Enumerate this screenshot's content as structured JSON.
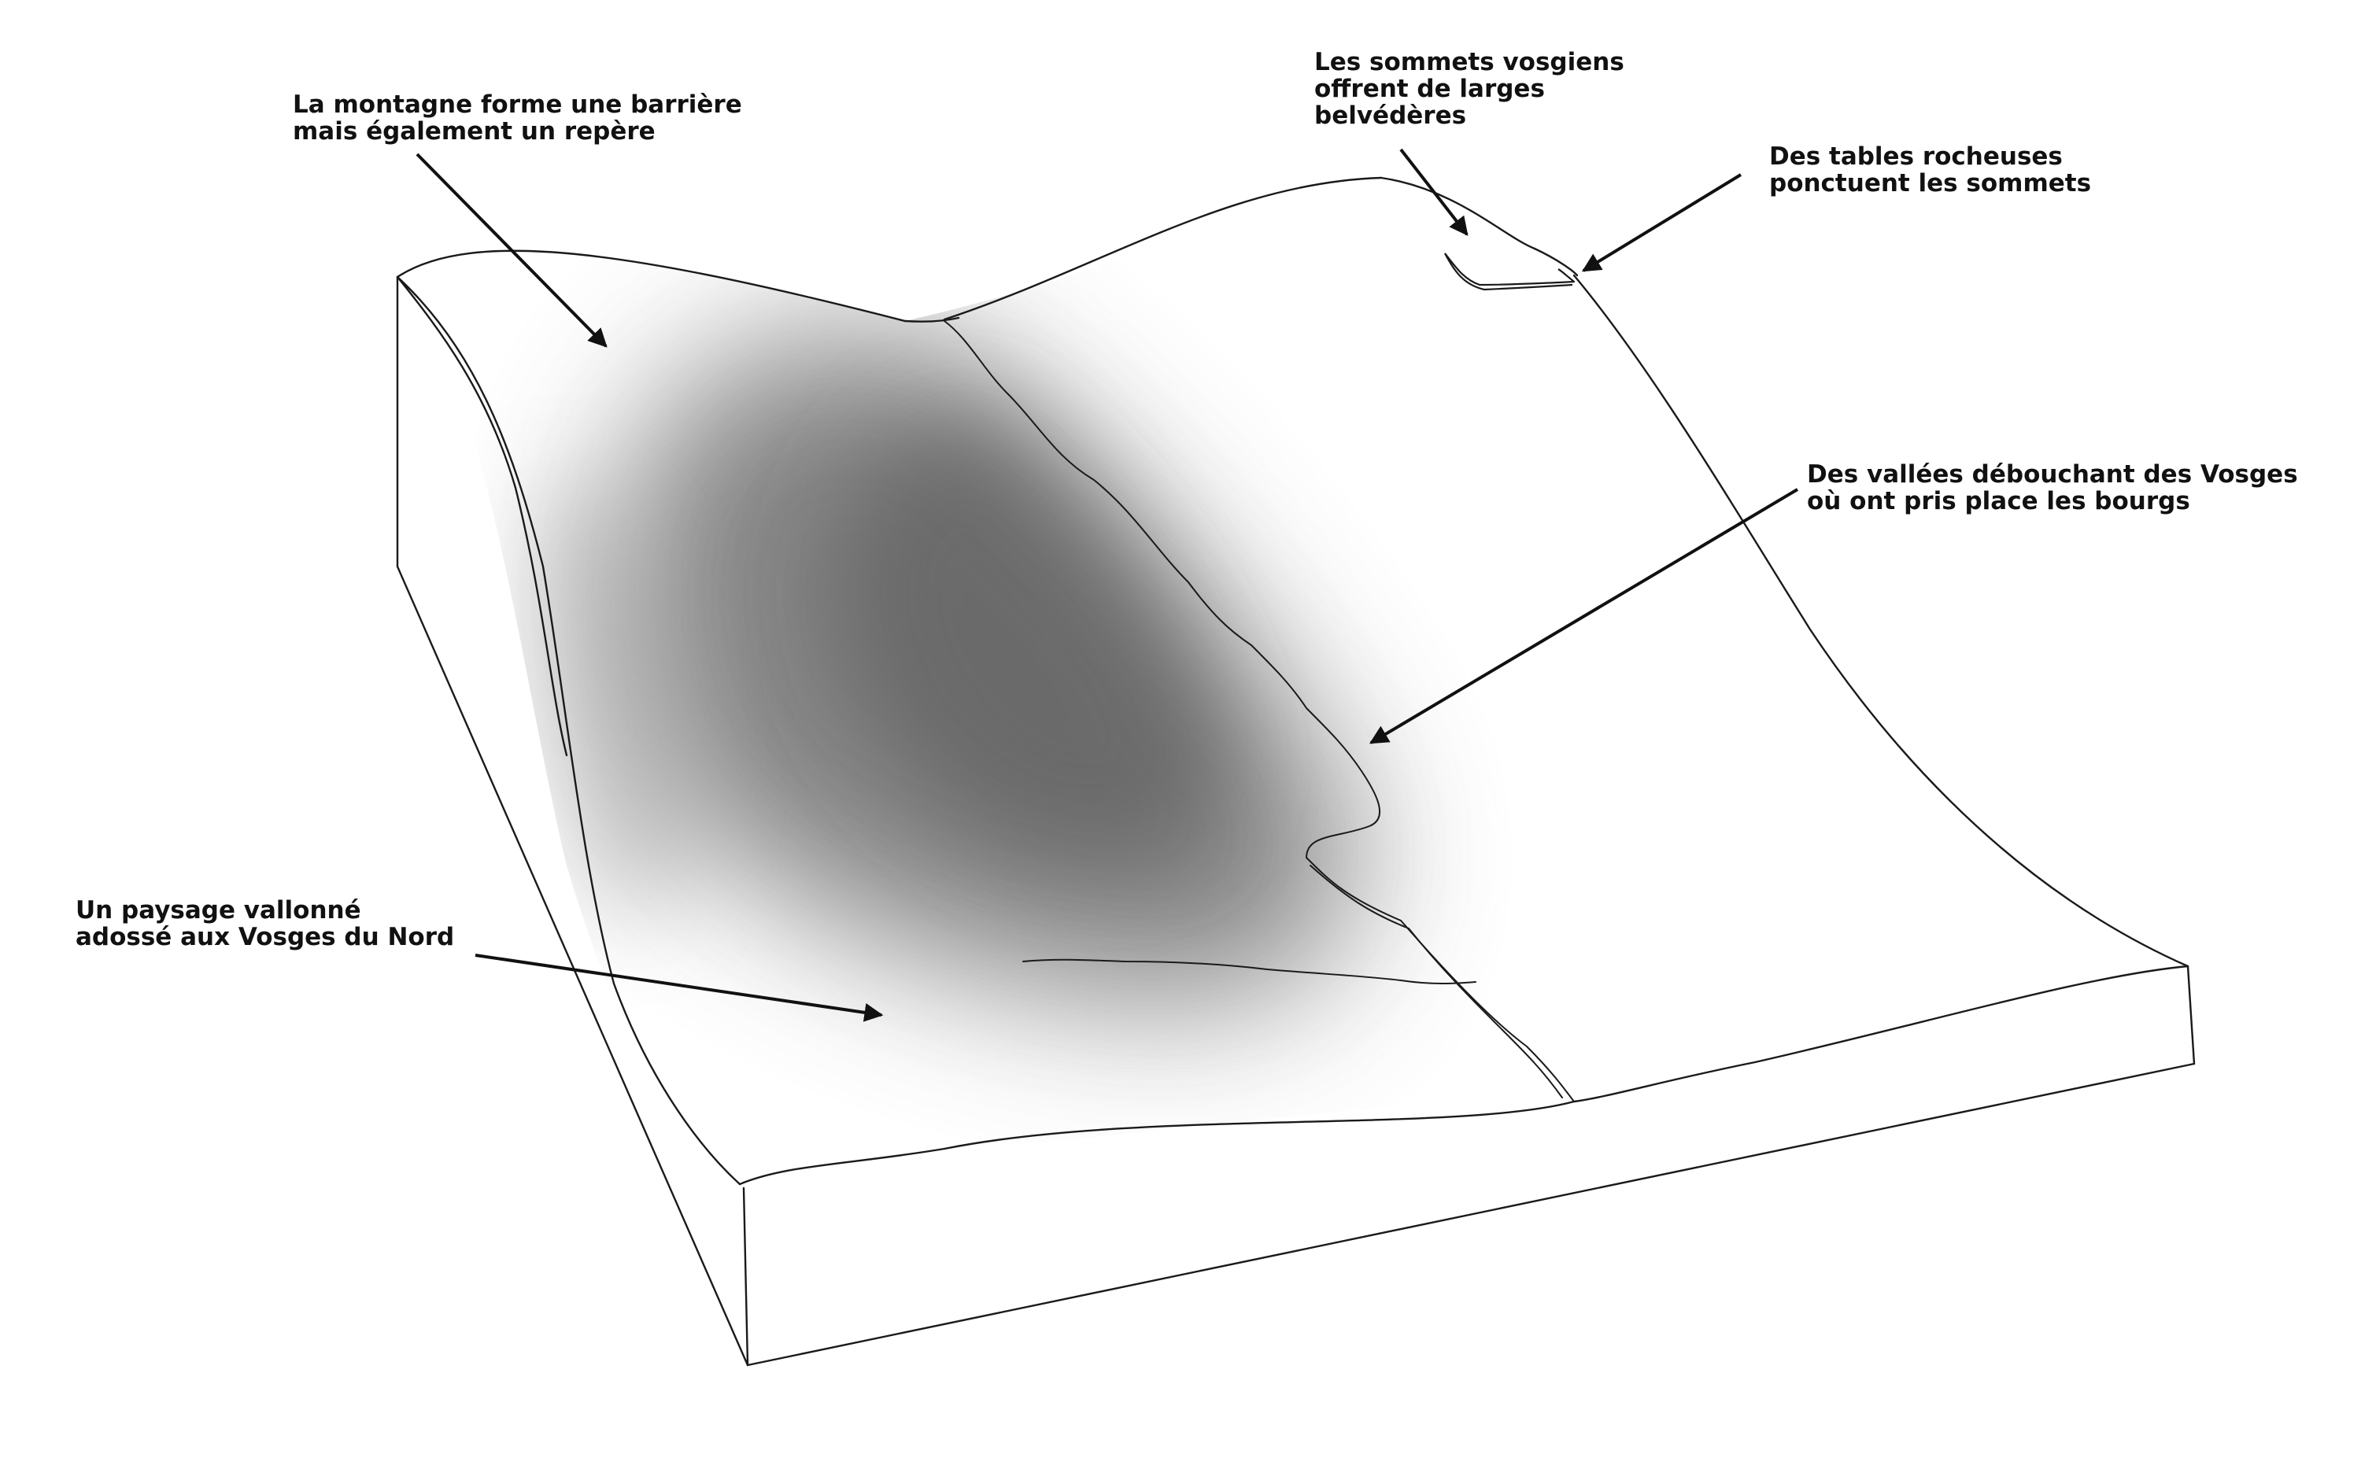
{
  "annotations": {
    "barrier": {
      "line1": "La montagne forme une barrière",
      "line2": "mais également un repère"
    },
    "summits": {
      "line1": "Les sommets vosgiens",
      "line2": "offrent de larges",
      "line3": "belvédères"
    },
    "tables": {
      "line1": "Des tables rocheuses",
      "line2": "ponctuent les sommets"
    },
    "valleys": {
      "line1": "Des vallées débouchant des Vosges",
      "line2": "où ont pris place les bourgs"
    },
    "hills": {
      "line1": "Un paysage vallonné",
      "line2": "adossé aux Vosges du Nord"
    }
  },
  "colors": {
    "line": "#1a1a1a",
    "shade": "#7a7a7a",
    "text": "#111111",
    "background": "#ffffff"
  }
}
